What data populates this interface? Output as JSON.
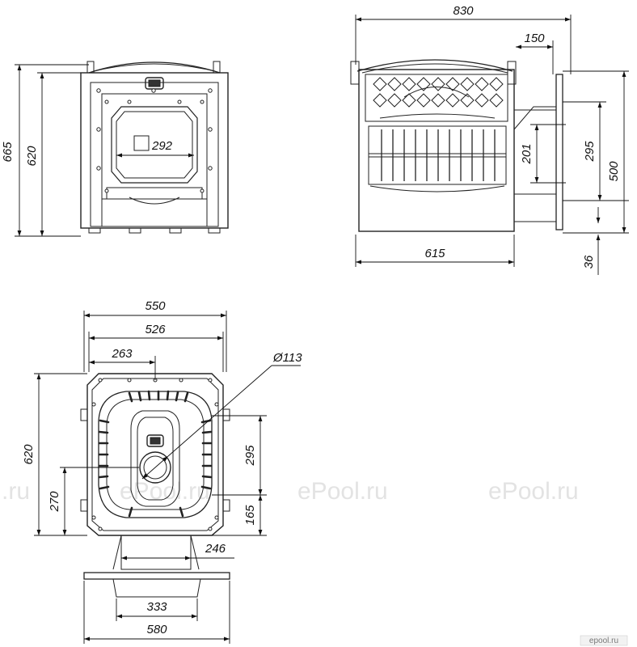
{
  "front_view": {
    "height_total": "665",
    "height_body": "620",
    "door_width": "292"
  },
  "side_view": {
    "length_total": "830",
    "tunnel_length": "150",
    "opening_height": "201",
    "tunnel_height": "295",
    "tunnel_top": "500",
    "body_length": "615",
    "tunnel_bottom": "36"
  },
  "top_view": {
    "width_total": "550",
    "width_body": "526",
    "chimney_offset": "263",
    "chimney_diameter": "Ø113",
    "depth_total": "620",
    "chimney_depth": "270",
    "tunnel_height": "295",
    "tunnel_bottom": "165",
    "tunnel_width": "246",
    "frame_inner_width": "333",
    "frame_width": "580"
  },
  "watermarks": [
    ".ru",
    "ePool.ru",
    "ePool.ru",
    "ePool.ru"
  ],
  "logo": "epool.ru"
}
